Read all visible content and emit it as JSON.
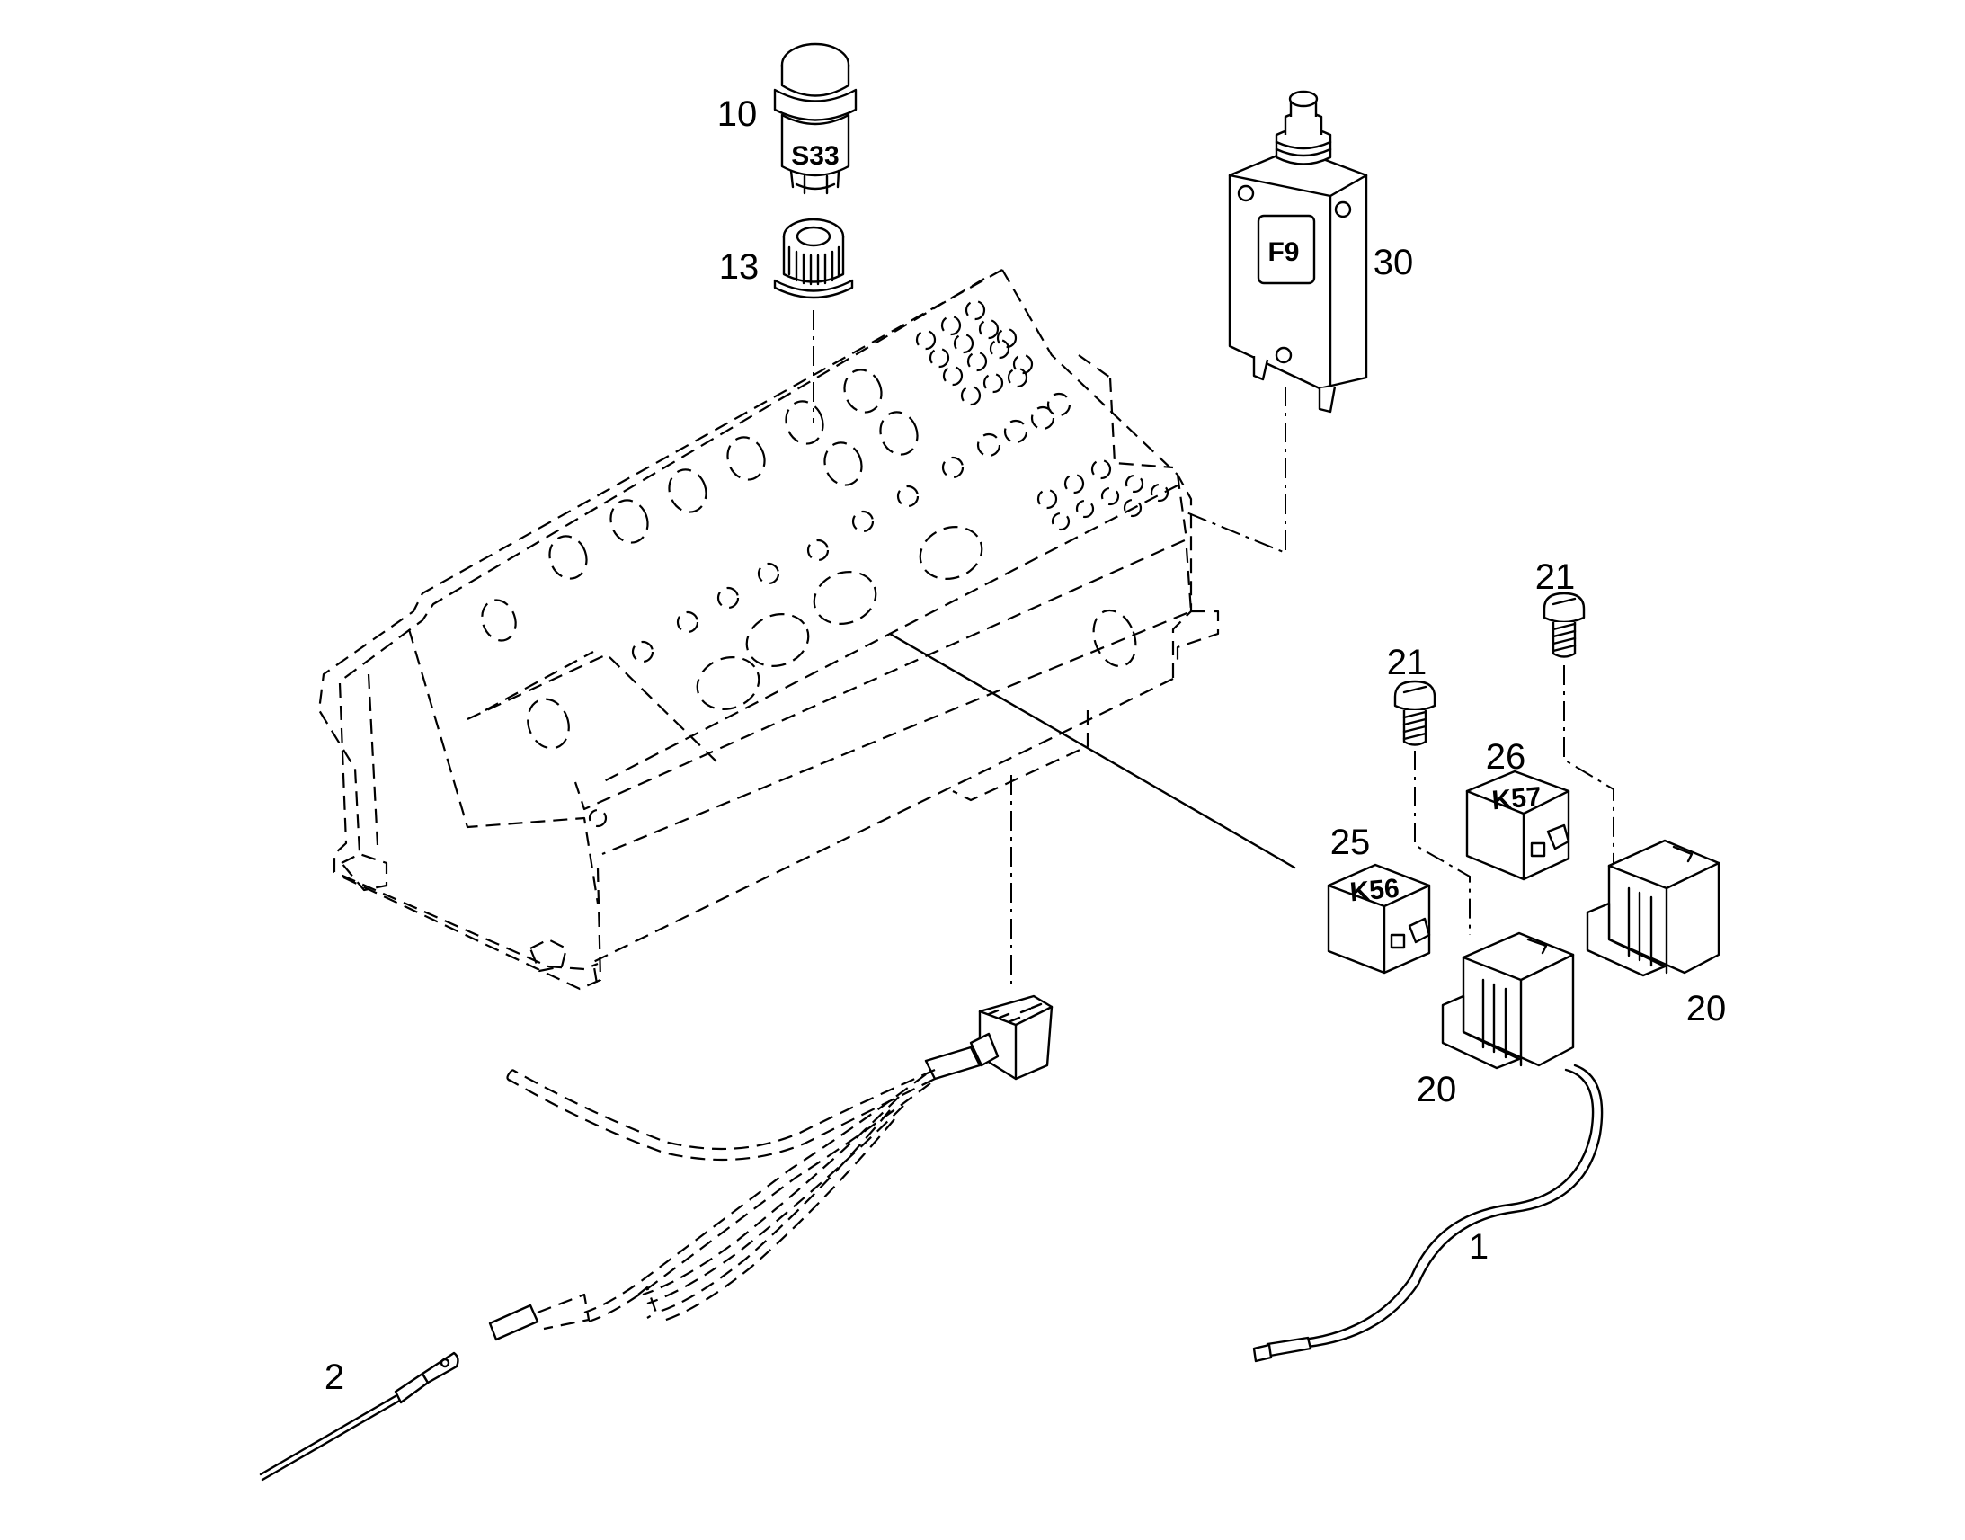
{
  "callouts": {
    "c10": "10",
    "c13": "13",
    "c30": "30",
    "c21a": "21",
    "c21b": "21",
    "c26": "26",
    "c25": "25",
    "c20a": "20",
    "c20b": "20",
    "c1": "1",
    "c2": "2"
  },
  "part_markings": {
    "switch": "S33",
    "breaker": "F9",
    "relay_k56": "K56",
    "relay_k57": "K57"
  }
}
